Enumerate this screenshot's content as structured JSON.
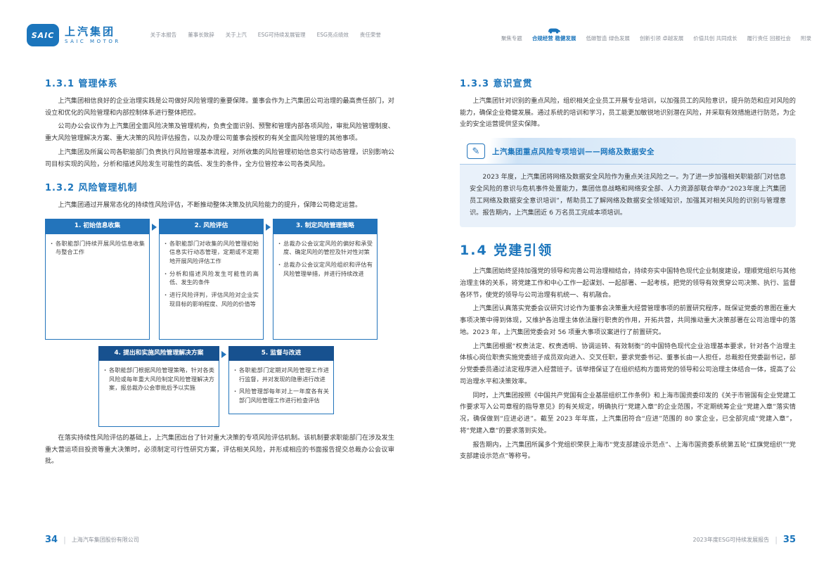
{
  "header": {
    "logo": {
      "badge": "SAIC",
      "name": "上汽集团",
      "sub": "SAIC MOTOR"
    },
    "nav_left": [
      "关于本报告",
      "董事长致辞",
      "关于上汽",
      "ESG可持续发展管理",
      "ESG亮点绩效",
      "责任荣誉"
    ],
    "nav_right": [
      {
        "label": "聚焦专题"
      },
      {
        "label": "合规经营 稳健发展"
      },
      {
        "label": "低碳智造 绿色发展"
      },
      {
        "label": "创新引领 卓越发展"
      },
      {
        "label": "价值共创 共同成长"
      },
      {
        "label": "履行责任 回报社会"
      },
      {
        "label": "附录"
      }
    ]
  },
  "sections": {
    "s131": {
      "heading": "1.3.1 管理体系",
      "paragraphs": [
        "上汽集团相信良好的企业治理实践是公司做好风险管理的重要保障。董事会作为上汽集团公司治理的最高责任部门，对设立和优化的风险管理和内部控制体系进行整体把控。",
        "公司办公会议作为上汽集团全面风险决策及管理机构，负责全面识别、预警和管理内部各项风险，审批风险管理制度、重大风险管理解决方案、重大决策的风险评估报告，以及办理公司董事会授权的有关全面风险管理的其他事项。",
        "上汽集团及所属公司各职能部门负责执行风险管理基本流程，对所收集的风险管理初始信息实行动态管理，识别影响公司目标实现的风险，分析和描述风险发生可能性的高低、发生的条件，全方位管控本公司各类风险。"
      ]
    },
    "s132": {
      "heading": "1.3.2 风险管理机制",
      "intro": "上汽集团通过开展常态化的持续性风险评估，不断推动整体决策及抗风险能力的提升，保障公司稳定运营。",
      "closing": "在落实持续性风险评估的基础上，上汽集团出台了针对重大决策的专项风险评估机制。该机制要求职能部门在涉及发生重大营运项目投资等重大决策时，必须制定可行性研究方案，评估相关风险，并形成相应的书面报告提交总裁办公会议审批。"
    },
    "s133": {
      "heading": "1.3.3 意识宣贯",
      "paragraphs": [
        "上汽集团针对识别的重点风险，组织相关企业员工开展专业培训，以加强员工的风险意识，提升防范和应对风险的能力，确保企业稳健发展。通过系统的培训和学习，员工能更加敏锐地识别潜在风险，并采取有效措施进行防范，为企业的安全运营提供坚实保障。"
      ]
    },
    "s14": {
      "heading": "1.4 党建引领",
      "paragraphs": [
        "上汽集团始终坚持加强党的领导和完善公司治理相结合，持续夯实中国特色现代企业制度建设，理顺党组织与其他治理主体的关系，将党建工作和中心工作一起谋划、一起部署、一起考核，把党的领导有效贯穿公司决策、执行、监督各环节，使党的领导与公司治理有机统一、有机融合。",
        "上汽集团认真落实党委会议研究讨论作为董事会决策重大经营管理事项的前置研究程序，既保证党委的意图在重大事项决策中得到体现，又维护各治理主体依法履行职责的作用，开拓共营，共同推动重大决策部署在公司治理中的落地。2023 年，上汽集团党委会对 56 项重大事项议案进行了前置研究。",
        "上汽集团根据“权责法定、权责透明、协调运转、有效制衡”的中国特色现代企业治理基本要求，针对各个治理主体核心岗位职责实施党委班子成员双向进入、交叉任职，要求党委书记、董事长由一人担任，总裁担任党委副书记，部分党委委员通过法定程序进入经营班子。该举措保证了在组织结构方面将党的领导和公司治理主体结合一体，提高了公司治理水平和决策效率。",
        "同时，上汽集团按照《中国共产党国有企业基层组织工作条例》和上海市国资委印发的《关于市管国有企业党建工作要求写入公司章程的指导意见》的有关规定，明确执行“党建入章”的企业范围，不定期统筹企业“党建入章”落实情况，确保做到“应进必进”。截至 2023 年年底，上汽集团符合“应进”范围的 80 家企业，已全部完成“党建入章”，将“党建入章”的要求落到实处。",
        "报告期内，上汽集团所属多个党组织荣获上海市“党支部建设示范点”、上海市国资委系统第五轮“红旗党组织”“党支部建设示范点”等称号。"
      ]
    }
  },
  "flow": {
    "steps": [
      {
        "label": "1. 初始信息收集",
        "bullets": [
          "各职能部门持续开展风险信息收集与整合工作"
        ]
      },
      {
        "label": "2. 风险评估",
        "bullets": [
          "各职能部门对收集的风险管理初始信息实行动态管理，定期或不定期地开展风险评估工作",
          "分析和描述风险发生可能性的高低、发生的条件",
          "进行风险评判，评估风险对企业实现目标的影响程度、风险的价值等"
        ]
      },
      {
        "label": "3. 制定风险管理策略",
        "bullets": [
          "总裁办公会议定风险的偏好和承受度、确定风险的管控及针对性对策",
          "总裁办公会议定风险组织和评估有风险管理举措，并进行持续改进"
        ]
      },
      {
        "label": "4. 提出和实施风险管理解决方案",
        "bullets": [
          "各职能部门根据风险管理策略，针对各类风险或每年重大风险制定风险管理解决方案，报总裁办公会审批后予以实施"
        ]
      },
      {
        "label": "5. 监督与改进",
        "bullets": [
          "各职能部门定期对风险管理工作进行监督，并对发现的隐患进行改进",
          "风险管理部每年对上一年度各有关部门风险管理工作进行检查评估"
        ]
      }
    ]
  },
  "training": {
    "title": "上汽集团重点风险专项培训——网络及数据安全",
    "body": "2023 年度，上汽集团将网络及数据安全风险作为重点关注风险之一。为了进一步加强相关职能部门对信息安全风险的意识与危机事件处置能力，集团信息战略和网络安全部、人力资源部联合举办“2023年度上汽集团员工网络及数据安全意识培训”，帮助员工了解网络及数据安全领域知识，加强其对相关风险的识别与管理意识。报告期内，上汽集团近 6 万名员工完成本项培训。"
  },
  "footer": {
    "left_page": "34",
    "left_text": "上海汽车集团股份有限公司",
    "right_text": "2023年度ESG可持续发展报告",
    "right_page": "35"
  },
  "colors": {
    "accent": "#1b75bc",
    "flow_head": "#2374bb",
    "flow_head_dark": "#17518f",
    "train_bg": "#e9f1fa"
  }
}
